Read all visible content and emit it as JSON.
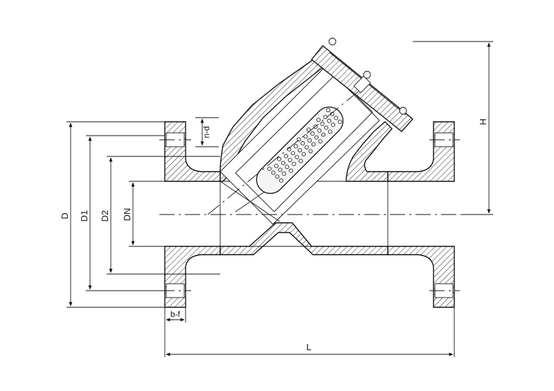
{
  "labels": {
    "D": "D",
    "D1": "D1",
    "D2": "D2",
    "DN": "DN",
    "H": "H",
    "L": "L",
    "nd": "n-d",
    "bf": "b-f"
  }
}
